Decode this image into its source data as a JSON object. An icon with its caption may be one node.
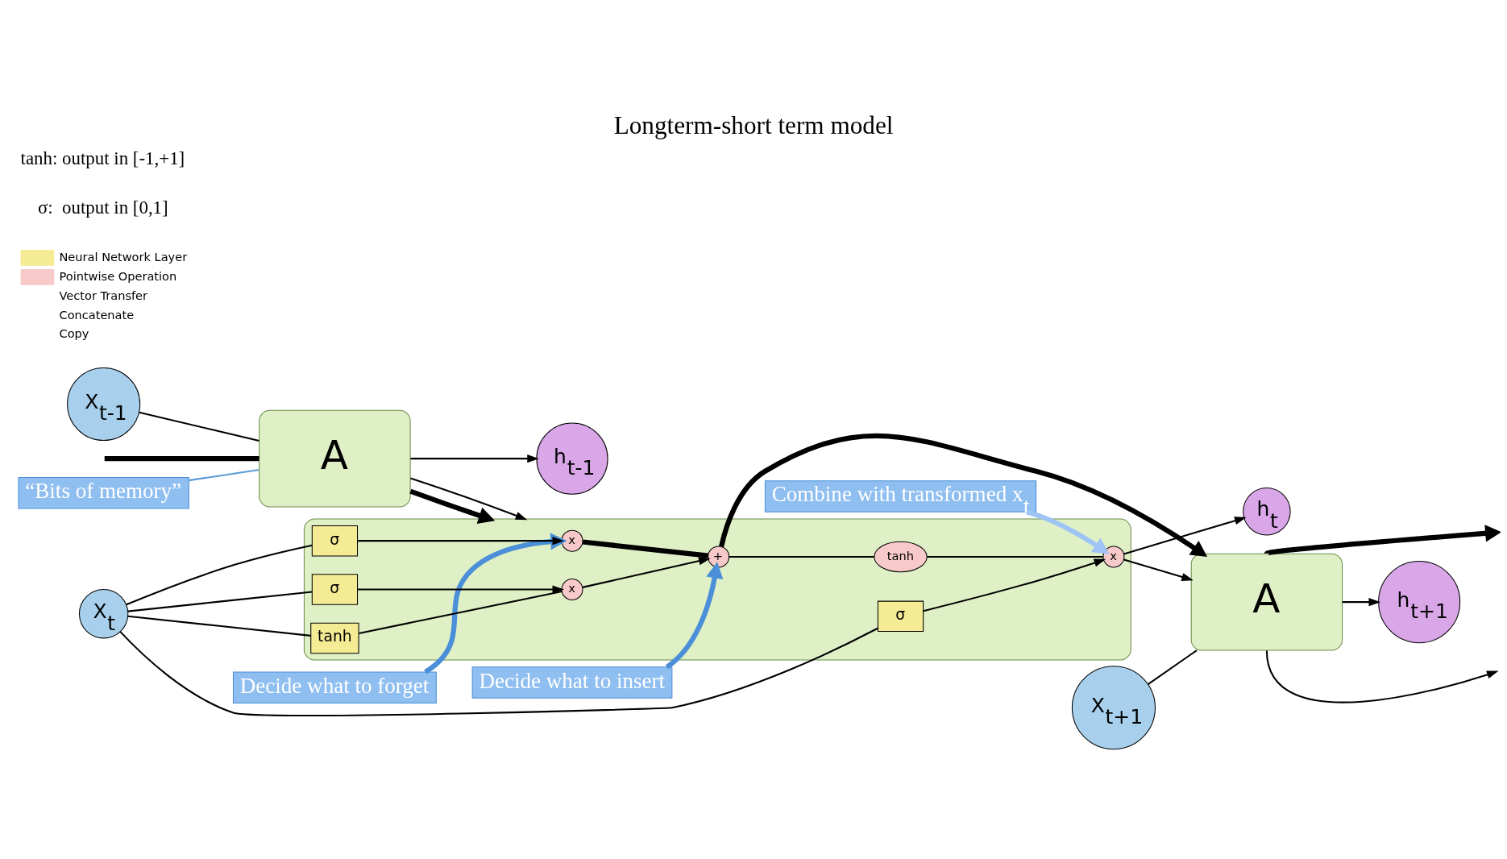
{
  "diagram": {
    "title": "Longterm-short term model",
    "nodes": [
      {
        "text": [
          "“Bits of memory”"
        ]
      },
      {
        "text": [
          "Decide what to forget"
        ]
      },
      {
        "text": [
          "Decide what to insert"
        ]
      },
      {
        "text": [
          "h$_{t-1}$"
        ]
      },
      {
        "text": [
          "h$_{t}$"
        ]
      },
      {
        "text": [
          "h$_{t+1}$"
        ]
      },
      {
        "text": [
          "A"
        ]
      },
      {
        "text": [],
        "shape": "box"
      },
      {
        "text": [
          "x"
        ],
        "in": 7
      },
      {
        "text": [
          "+"
        ],
        "in": 7
      },
      {
        "text": [
          "tanh"
        ],
        "in": 7
      },
      {
        "text": [
          "x"
        ],
        "in": 7
      },
      {
        "text": [
          "x"
        ],
        "in": 7
      },
      {
        "text": [
          "σ"
        ],
        "in": 7
      },
      {
        "text": [
          "σ"
        ],
        "in": 7
      },
      {
        "text": [
          "tanh"
        ],
        "in": 7
      },
      {
        "text": [
          "σ"
        ],
        "in": 7
      },
      {
        "text": [
          "A"
        ]
      },
      {
        "text": [
          "X$_{t-1}$"
        ]
      },
      {
        "text": [
          "X$_{t}$"
        ]
      },
      {
        "text": [
          "Combine with transformed x$_{t}$"
        ]
      },
      {
        "text": [
          "X$_{t+1}$"
        ]
      }
    ],
    "edges": [
      {
        "from": null,
        "to": 6,
        "arrow": "none",
        "style": "thick"
      },
      {
        "from": 18,
        "to": 6,
        "arrow": "none"
      },
      {
        "from": 6,
        "to": 3,
        "arrow": "to"
      },
      {
        "from": 6,
        "to": 7,
        "arrow": "to",
        "style": "thick"
      },
      {
        "from": 6,
        "to": 7,
        "arrow": "to"
      },
      {
        "from": 19,
        "to": 13,
        "arrow": "none"
      },
      {
        "from": 19,
        "to": 14,
        "arrow": "none"
      },
      {
        "from": 19,
        "to": 15,
        "arrow": "none"
      },
      {
        "from": 19,
        "to": 16,
        "arrow": "none"
      },
      {
        "from": 13,
        "to": 8,
        "arrow": "to"
      },
      {
        "from": 14,
        "to": 11,
        "arrow": "to"
      },
      {
        "from": 15,
        "to": 11,
        "arrow": "none"
      },
      {
        "from": 11,
        "to": 9,
        "arrow": "to"
      },
      {
        "from": 8,
        "to": 9,
        "arrow": "none",
        "style": "thick"
      },
      {
        "from": 9,
        "to": 10,
        "arrow": "none"
      },
      {
        "from": 10,
        "to": 12,
        "arrow": "none"
      },
      {
        "from": 16,
        "to": 12,
        "arrow": "to"
      },
      {
        "from": 12,
        "to": 4,
        "arrow": "to"
      },
      {
        "from": 12,
        "to": 17,
        "arrow": "to"
      },
      {
        "from": 9,
        "to": 17,
        "arrow": "to",
        "style": "thick"
      },
      {
        "from": 21,
        "to": 17,
        "arrow": "none"
      },
      {
        "from": 17,
        "to": 5,
        "arrow": "to"
      },
      {
        "from": 17,
        "to": null,
        "arrow": "to"
      },
      {
        "from": 17,
        "to": null,
        "arrow": "to",
        "style": "thick"
      },
      {
        "from": 0,
        "to": 6,
        "arrow": "none",
        "color": "#5b9bd5"
      },
      {
        "from": 1,
        "to": 8,
        "arrow": "to",
        "style": "thick",
        "color": "#4a8fd8"
      },
      {
        "from": 2,
        "to": 9,
        "arrow": "to",
        "style": "thick",
        "color": "#4a8fd8"
      },
      {
        "from": 20,
        "to": 12,
        "arrow": "to",
        "style": "thick",
        "color": "#9ec4f5"
      }
    ],
    "labels": [
      "σ:  output in [0,1]",
      "tanh: output in [-1,+1]"
    ],
    "legend": [
      {
        "text": "Neural Network Layer",
        "color": "#f5eb94"
      },
      {
        "text": "Pointwise Operation",
        "color": "#f7c9c9"
      },
      {
        "text": "Vector Transfer"
      },
      {
        "text": "Concatenate"
      },
      {
        "text": "Copy"
      }
    ]
  }
}
